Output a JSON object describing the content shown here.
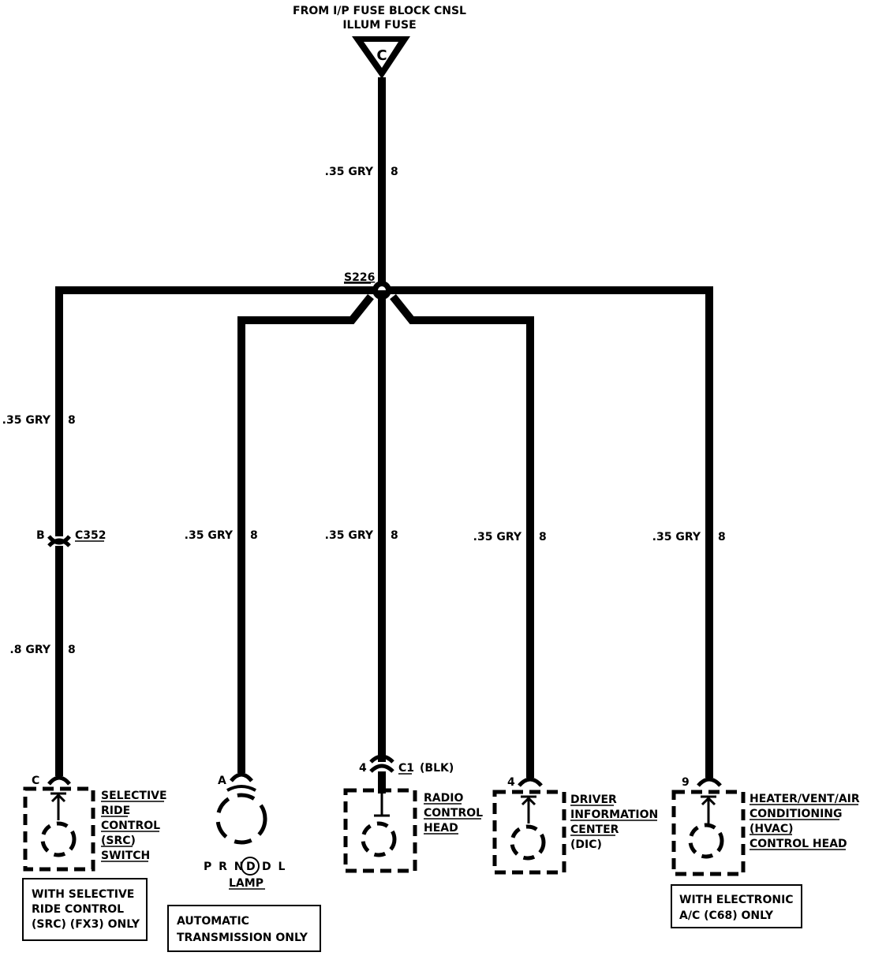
{
  "source": {
    "line1": "FROM I/P FUSE BLOCK CNSL",
    "line2": "ILLUM FUSE",
    "symbol": "C"
  },
  "splice": "S226",
  "wire_top": {
    "gauge": ".35 GRY",
    "circuit": "8"
  },
  "branches": {
    "src": {
      "wire1": {
        "gauge": ".35 GRY",
        "circuit": "8"
      },
      "connector_pin": "B",
      "connector": "C352",
      "wire2": {
        "gauge": ".8 GRY",
        "circuit": "8"
      },
      "pin": "C",
      "component": [
        "SELECTIVE",
        "RIDE",
        "CONTROL",
        "(SRC)",
        "SWITCH"
      ],
      "note": [
        "WITH SELECTIVE",
        "RIDE CONTROL",
        "(SRC) (FX3) ONLY"
      ]
    },
    "prndl": {
      "wire": {
        "gauge": ".35 GRY",
        "circuit": "8"
      },
      "pin": "A",
      "indicator_left": "P R N",
      "indicator_d": "D",
      "indicator_right": "D L",
      "component": "LAMP",
      "note": [
        "AUTOMATIC",
        "TRANSMISSION ONLY"
      ]
    },
    "radio": {
      "wire": {
        "gauge": ".35 GRY",
        "circuit": "8"
      },
      "pin": "4",
      "connector": "C1",
      "connector_color": "(BLK)",
      "component": [
        "RADIO",
        "CONTROL",
        "HEAD"
      ]
    },
    "dic": {
      "wire": {
        "gauge": ".35 GRY",
        "circuit": "8"
      },
      "pin": "4",
      "component": [
        "DRIVER",
        "INFORMATION",
        "CENTER",
        "(DIC)"
      ]
    },
    "hvac": {
      "wire": {
        "gauge": ".35 GRY",
        "circuit": "8"
      },
      "pin": "9",
      "component": [
        "HEATER/VENT/AIR",
        "CONDITIONING",
        "(HVAC)",
        "CONTROL HEAD"
      ],
      "note": [
        "WITH ELECTRONIC",
        "A/C (C68) ONLY"
      ]
    }
  }
}
